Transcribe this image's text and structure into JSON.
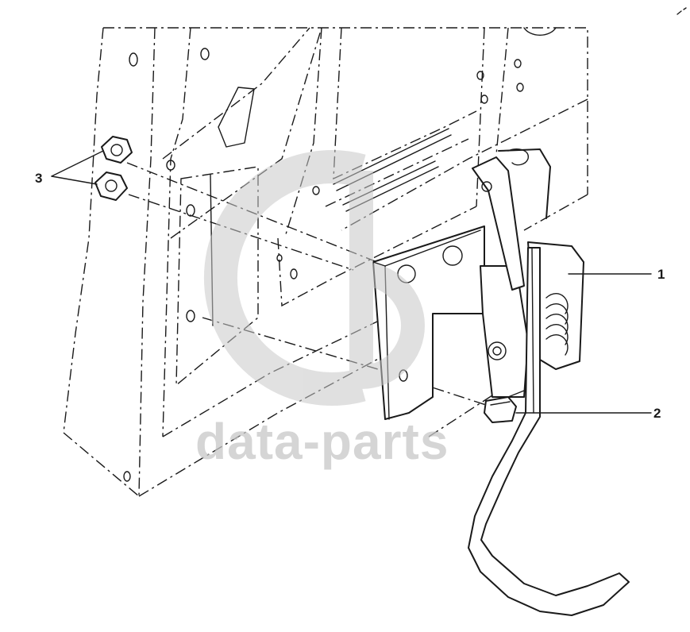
{
  "diagram": {
    "callouts": [
      {
        "id": "1",
        "label": "1"
      },
      {
        "id": "2",
        "label": "2"
      },
      {
        "id": "3",
        "label": "3"
      }
    ]
  },
  "watermark": {
    "text": "data-parts",
    "color": "#c8c8c8"
  },
  "colors": {
    "line": "#1a1a1a",
    "background": "#ffffff"
  }
}
